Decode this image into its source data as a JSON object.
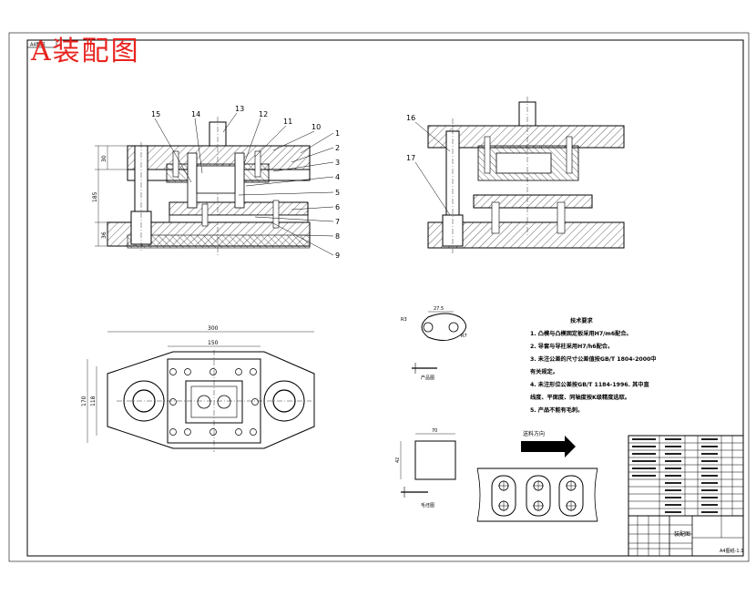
{
  "title": "A装配图",
  "corner_tag": "A4图纸",
  "front_view": {
    "part_numbers_top": [
      "15",
      "14",
      "13",
      "12",
      "11",
      "10"
    ],
    "part_numbers_right": [
      "1",
      "2",
      "3",
      "4",
      "5",
      "6",
      "7",
      "8",
      "9"
    ],
    "dims": {
      "upper": "30",
      "total": "185",
      "lower": "36"
    }
  },
  "side_view": {
    "part_numbers": [
      "16",
      "17"
    ]
  },
  "top_view": {
    "dims": {
      "overall": "300",
      "inner": "150",
      "height": "170",
      "inner_height": "118"
    }
  },
  "product_view": {
    "caption": "产品图",
    "dims": {
      "width": "27.5",
      "radius": "R3",
      "tolerance": "R7"
    }
  },
  "blank_view": {
    "caption": "毛坯图",
    "dims": {
      "width": "70",
      "height": "42"
    }
  },
  "feed_label": "送料方向",
  "requirements": {
    "heading": "技术要求",
    "items": [
      "1. 凸模与凸模固定板采用H7/m6配合。",
      "2. 导套与导柱采用H7/h6配合。",
      "3. 未注公差的尺寸公差值按GB/T 1804-2000中",
      "   有关规定。",
      "4. 未注形位公差按GB/T 1184-1996. 其中直",
      "   线度、平面度、同轴度按K级精度选取。",
      "5. 产品不能有毛刺。"
    ]
  },
  "title_block": {
    "name": "装配图",
    "scale": "A4图纸-1:1"
  }
}
